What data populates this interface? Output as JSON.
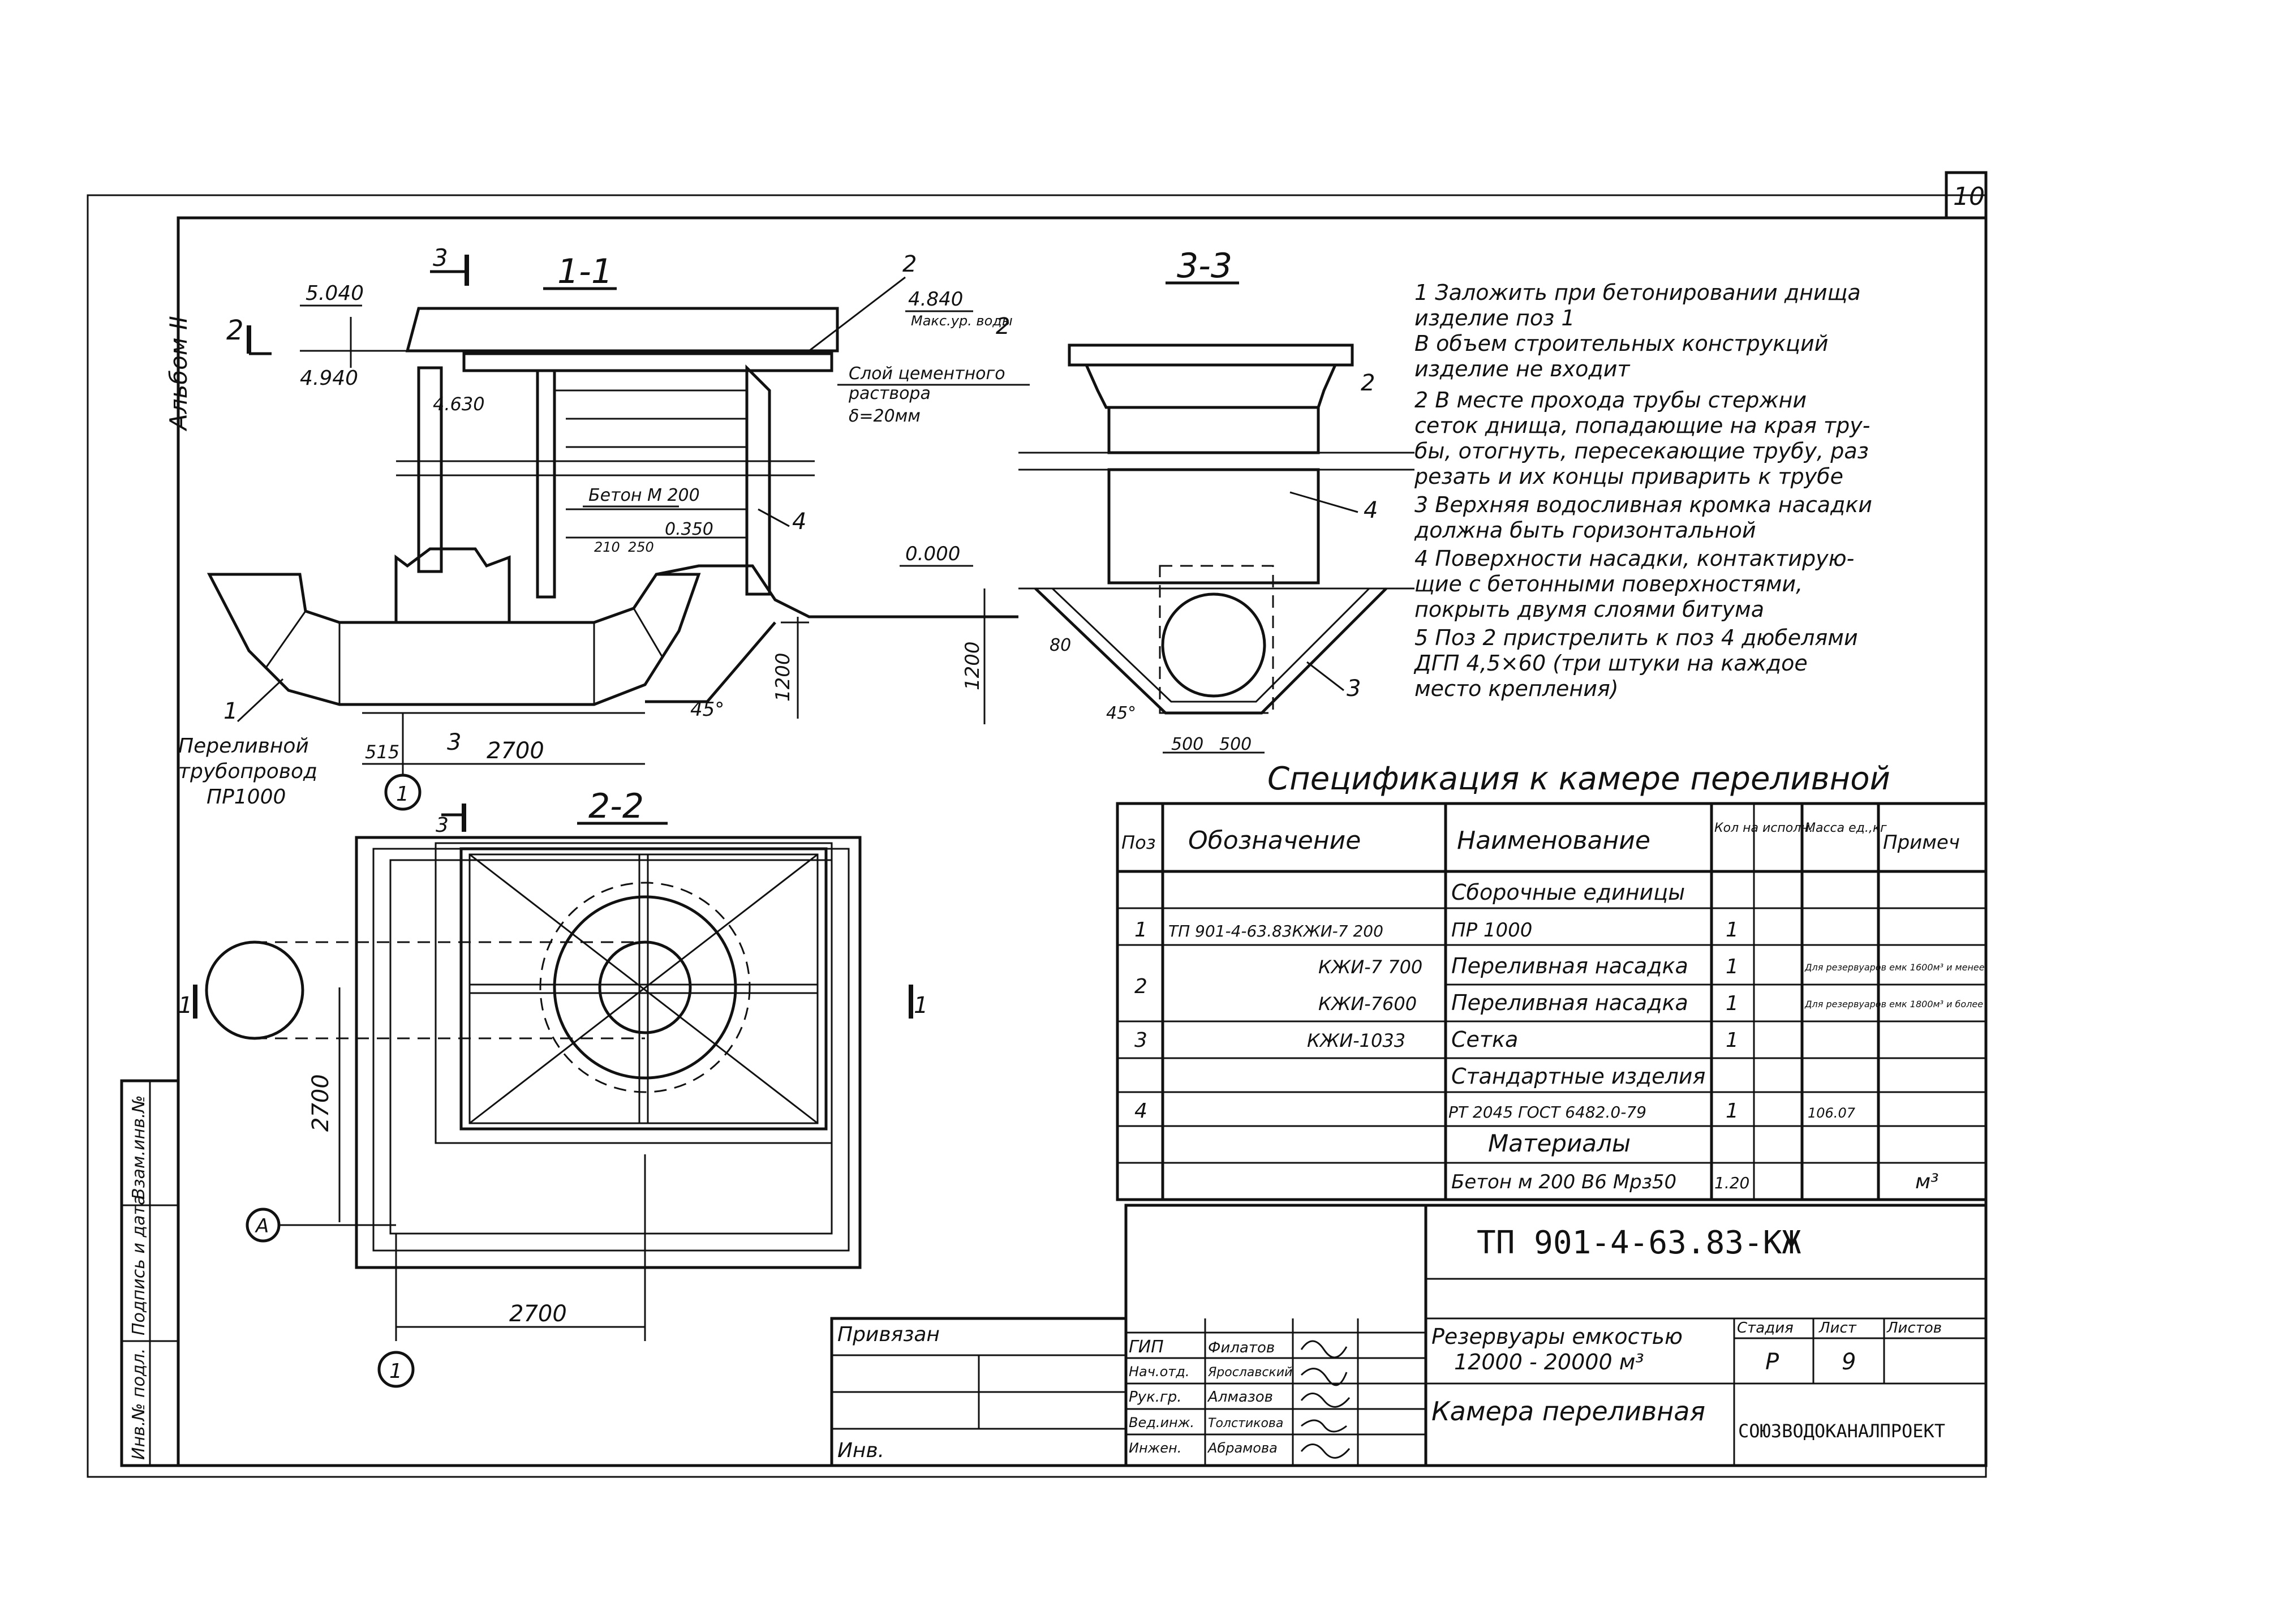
{
  "sheet_number": "10",
  "side_label": "Альбом II",
  "left_stamp": [
    "Инв.№ подл.",
    "Подпись и дата",
    "Взам.инв.№"
  ],
  "section_1_1": {
    "title": "1-1",
    "cut_3_marker": "3",
    "cut_2_marker": "2",
    "level_top": "5.040",
    "level_bottom": "4.940",
    "level_water": "4.840",
    "water_note": "Макс.ур. воды",
    "level_inner": "4.630",
    "level_ground": "0.000",
    "level_low": "0.350",
    "cement_note": [
      "Слой цементного",
      "раствора",
      "δ=20мм"
    ],
    "concrete_note": "Бетон М 200",
    "dim_210": "210",
    "dim_250": "250",
    "dim_1200": "1200",
    "dim_515": "515",
    "dim_2700": "2700",
    "angle": "45°",
    "pos_1": "1",
    "pos_2": "2",
    "pos_3": "3",
    "pos_4": "4",
    "pipe_note": [
      "Переливной",
      "трубопровод",
      "ПР1000"
    ],
    "axis_1": "1"
  },
  "section_3_3": {
    "title": "3-3",
    "pos_2": "2",
    "pos_3": "3",
    "pos_4": "4",
    "dim_1200": "1200",
    "dim_80": "80",
    "angle": "45°",
    "dim_500a": "500",
    "dim_500b": "500"
  },
  "section_2_2": {
    "title": "2-2",
    "cut_3": "3",
    "cut_1_left": "1",
    "cut_1_right": "1",
    "dim_2700_v": "2700",
    "dim_2700_h": "2700",
    "axis_a": "А",
    "axis_1": "1"
  },
  "notes": [
    "1  Заложить при бетонировании днища",
    "    изделие поз 1",
    "    В объем строительных конструкций",
    "    изделие не входит",
    "2  В месте прохода трубы стержни",
    "    сеток днища, попадающие на края тру-",
    "    бы, отогнуть, пересекающие трубу, раз",
    "    резать и их концы приварить к трубе",
    "3  Верхняя водосливная кромка насадки",
    "    должна быть горизонтальной",
    "4  Поверхности насадки, контактирую-",
    "    щие с бетонными поверхностями,",
    "    покрыть двумя слоями битума",
    "5  Поз 2 пристрелить к поз 4 дюбелями",
    "    ДГП 4,5×60 (три штуки на каждое",
    "    место крепления)"
  ],
  "spec": {
    "title": "Спецификация к камере переливной",
    "headers": [
      "Поз",
      "Обозначение",
      "Наименование",
      "Кол на исполн.",
      "Масса ед.,кг",
      "Примеч"
    ],
    "rows": [
      {
        "pos": "",
        "code": "",
        "name": "Сборочные единицы",
        "qty": "",
        "mass": "",
        "note": ""
      },
      {
        "pos": "1",
        "code": "ТП 901-4-63.83КЖИ-7 200",
        "name": "ПР 1000",
        "qty": "1",
        "mass": "",
        "note": ""
      },
      {
        "pos": "2",
        "code": "КЖИ-7 700",
        "name": "Переливная насадка",
        "qty": "1",
        "mass": "Для резервуаров емк 1600м³ и менее",
        "note": ""
      },
      {
        "pos": "",
        "code": "КЖИ-7600",
        "name": "Переливная насадка",
        "qty": "1",
        "mass": "Для резервуаров емк 1800м³ и более",
        "note": ""
      },
      {
        "pos": "3",
        "code": "КЖИ-1033",
        "name": "Сетка",
        "qty": "1",
        "mass": "",
        "note": ""
      },
      {
        "pos": "",
        "code": "",
        "name": "Стандартные изделия",
        "qty": "",
        "mass": "",
        "note": ""
      },
      {
        "pos": "4",
        "code": "",
        "name": "РТ 2045 ГОСТ 6482.0-79",
        "qty": "1",
        "mass": "106.07",
        "note": ""
      },
      {
        "pos": "",
        "code": "",
        "name": "Материалы",
        "qty": "",
        "mass": "",
        "note": ""
      },
      {
        "pos": "",
        "code": "",
        "name": "Бетон м 200 В6 Мрз50",
        "qty": "1.20",
        "mass": "",
        "note": "м³"
      }
    ]
  },
  "title_block": {
    "doc_code": "ТП 901-4-63.83-КЖ",
    "bound": "Привязан",
    "inv": "Инв.",
    "roles": [
      {
        "role": "ГИП",
        "name": "Филатов"
      },
      {
        "role": "Нач.отд.",
        "name": "Ярославский"
      },
      {
        "role": "Рук.гр.",
        "name": "Алмазов"
      },
      {
        "role": "Вед.инж.",
        "name": "Толстикова"
      },
      {
        "role": "Инжен.",
        "name": "Абрамова"
      }
    ],
    "project": [
      "Резервуары емкостью",
      "12000 - 20000 м³"
    ],
    "sheet_title": "Камера переливная",
    "stage_label": "Стадия",
    "sheet_label": "Лист",
    "sheets_label": "Листов",
    "stage": "Р",
    "sheet": "9",
    "org": "СОЮЗВОДОКАНАЛПРОЕКТ"
  }
}
